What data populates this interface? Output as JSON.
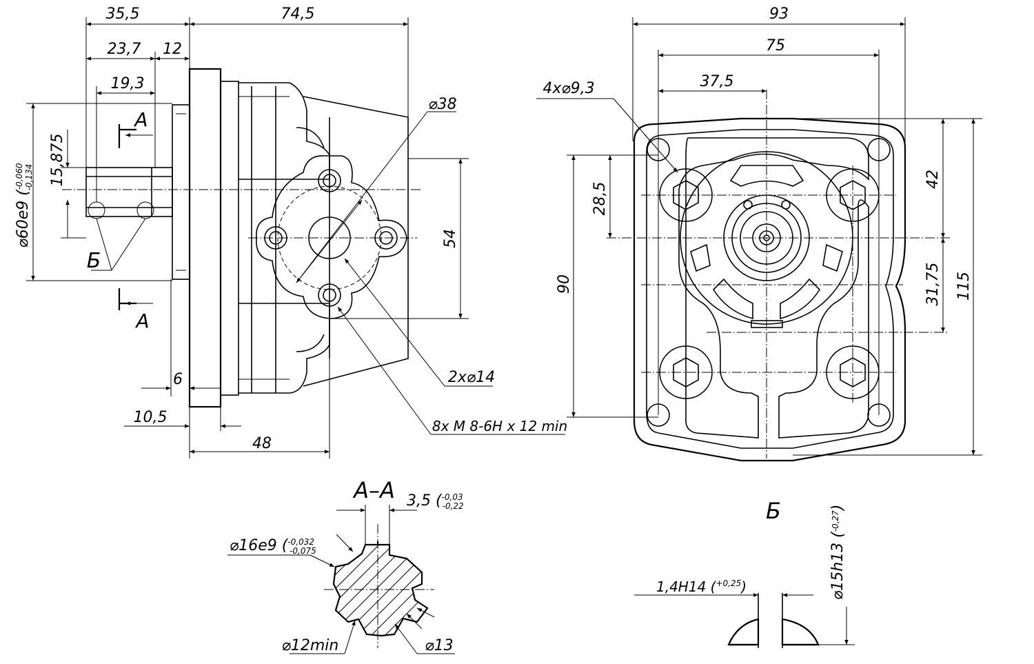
{
  "colors": {
    "line": "#000000",
    "background": "#ffffff"
  },
  "left_view": {
    "dim_35_5": "35,5",
    "dim_74_5": "74,5",
    "dim_23_7": "23,7",
    "dim_12": "12",
    "dim_19_3": "19,3",
    "dim_15_875": "15,875",
    "dim_phi60": "⌀60e9",
    "dim_phi60_tol_upper": "-0,060",
    "dim_phi60_tol_lower": "-0,134",
    "dim_phi38": "⌀38",
    "dim_54": "54",
    "dim_6": "6",
    "dim_10_5": "10,5",
    "dim_48": "48",
    "dim_2x14": "2x⌀14",
    "dim_8xM8": "8x M 8-6H x 12 min",
    "section_label": "A",
    "detail_label": "Б"
  },
  "right_view": {
    "dim_93": "93",
    "dim_75": "75",
    "dim_37_5": "37,5",
    "dim_4x9_3": "4x⌀9,3",
    "dim_28_5": "28,5",
    "dim_90": "90",
    "dim_42": "42",
    "dim_31_75": "31,75",
    "dim_115": "115"
  },
  "section_view": {
    "title": "A–A",
    "dim_3_5": "3,5",
    "dim_3_5_tol_upper": "-0,03",
    "dim_3_5_tol_lower": "-0,22",
    "dim_phi16": "⌀16e9",
    "dim_phi16_tol_upper": "-0,032",
    "dim_phi16_tol_lower": "-0,075",
    "dim_phi12": "⌀12min",
    "dim_phi13": "⌀13"
  },
  "detail_view": {
    "title": "Б",
    "dim_1_4": "1,4H14",
    "dim_1_4_tol": "+0,25",
    "dim_phi15": "⌀15h13",
    "dim_phi15_tol": "-0,27"
  }
}
